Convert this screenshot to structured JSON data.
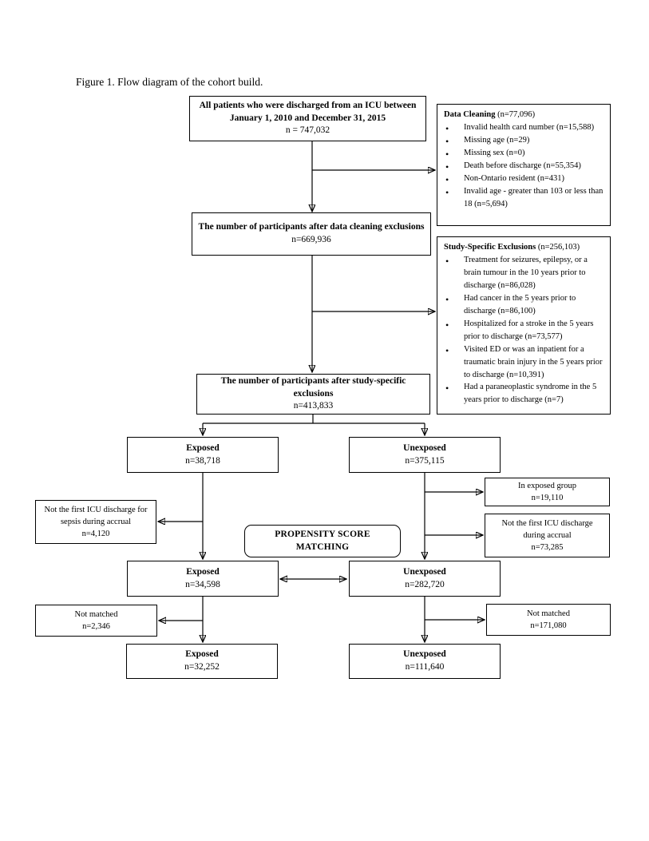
{
  "figure": {
    "caption": "Figure 1. Flow diagram of the cohort build."
  },
  "flow": {
    "all_patients": {
      "line1": "All patients who were discharged from an ICU between",
      "line2": "January 1, 2010 and December 31, 2015",
      "n": "n = 747,032"
    },
    "after_data_cleaning": {
      "title": "The number of participants after data cleaning exclusions",
      "n": "n=669,936"
    },
    "after_study_specific": {
      "title": "The number of participants after study-specific exclusions",
      "n": "n=413,833"
    },
    "exposed_initial": {
      "title": "Exposed",
      "n": "n=38,718"
    },
    "unexposed_initial": {
      "title": "Unexposed",
      "n": "n=375,115"
    },
    "psm": {
      "line1": "PROPENSITY SCORE",
      "line2": "MATCHING"
    },
    "exposed_accrual": {
      "title": "Exposed",
      "n": "n=34,598"
    },
    "unexposed_accrual": {
      "title": "Unexposed",
      "n": "n=282,720"
    },
    "exposed_final": {
      "title": "Exposed",
      "n": "n=32,252"
    },
    "unexposed_final": {
      "title": "Unexposed",
      "n": "n=111,640"
    }
  },
  "exclusions": {
    "data_cleaning": {
      "title": "Data Cleaning",
      "count": " (n=77,096)",
      "items": [
        "Invalid health card number (n=15,588)",
        "Missing age (n=29)",
        "Missing sex (n=0)",
        "Death before discharge (n=55,354)",
        "Non-Ontario resident (n=431)",
        "Invalid age - greater than 103 or less than 18 (n=5,694)"
      ]
    },
    "study_specific": {
      "title": "Study-Specific Exclusions",
      "count": " (n=256,103)",
      "items": [
        "Treatment for seizures, epilepsy, or a brain tumour in the 10 years prior to discharge (n=86,028)",
        "Had cancer in the 5 years prior to discharge (n=86,100)",
        "Hospitalized for a stroke in the 5 years prior to discharge (n=73,577)",
        "Visited ED or was an inpatient for a traumatic brain injury in the 5 years prior to discharge (n=10,391)",
        "Had a paraneoplastic syndrome in the 5 years prior to discharge (n=7)"
      ]
    },
    "in_exposed_group": {
      "text": "In exposed group",
      "n": "n=19,110"
    },
    "not_first_icu_unexposed": {
      "text": "Not the first ICU discharge during accrual",
      "n": "n=73,285"
    },
    "not_first_icu_sepsis": {
      "text": "Not the first ICU discharge for sepsis during accrual",
      "n": "n=4,120"
    },
    "not_matched_exposed": {
      "text": "Not matched",
      "n": "n=2,346"
    },
    "not_matched_unexposed": {
      "text": "Not matched",
      "n": "n=171,080"
    }
  },
  "colors": {
    "background": "#ffffff",
    "line": "#000000",
    "text": "#000000"
  }
}
